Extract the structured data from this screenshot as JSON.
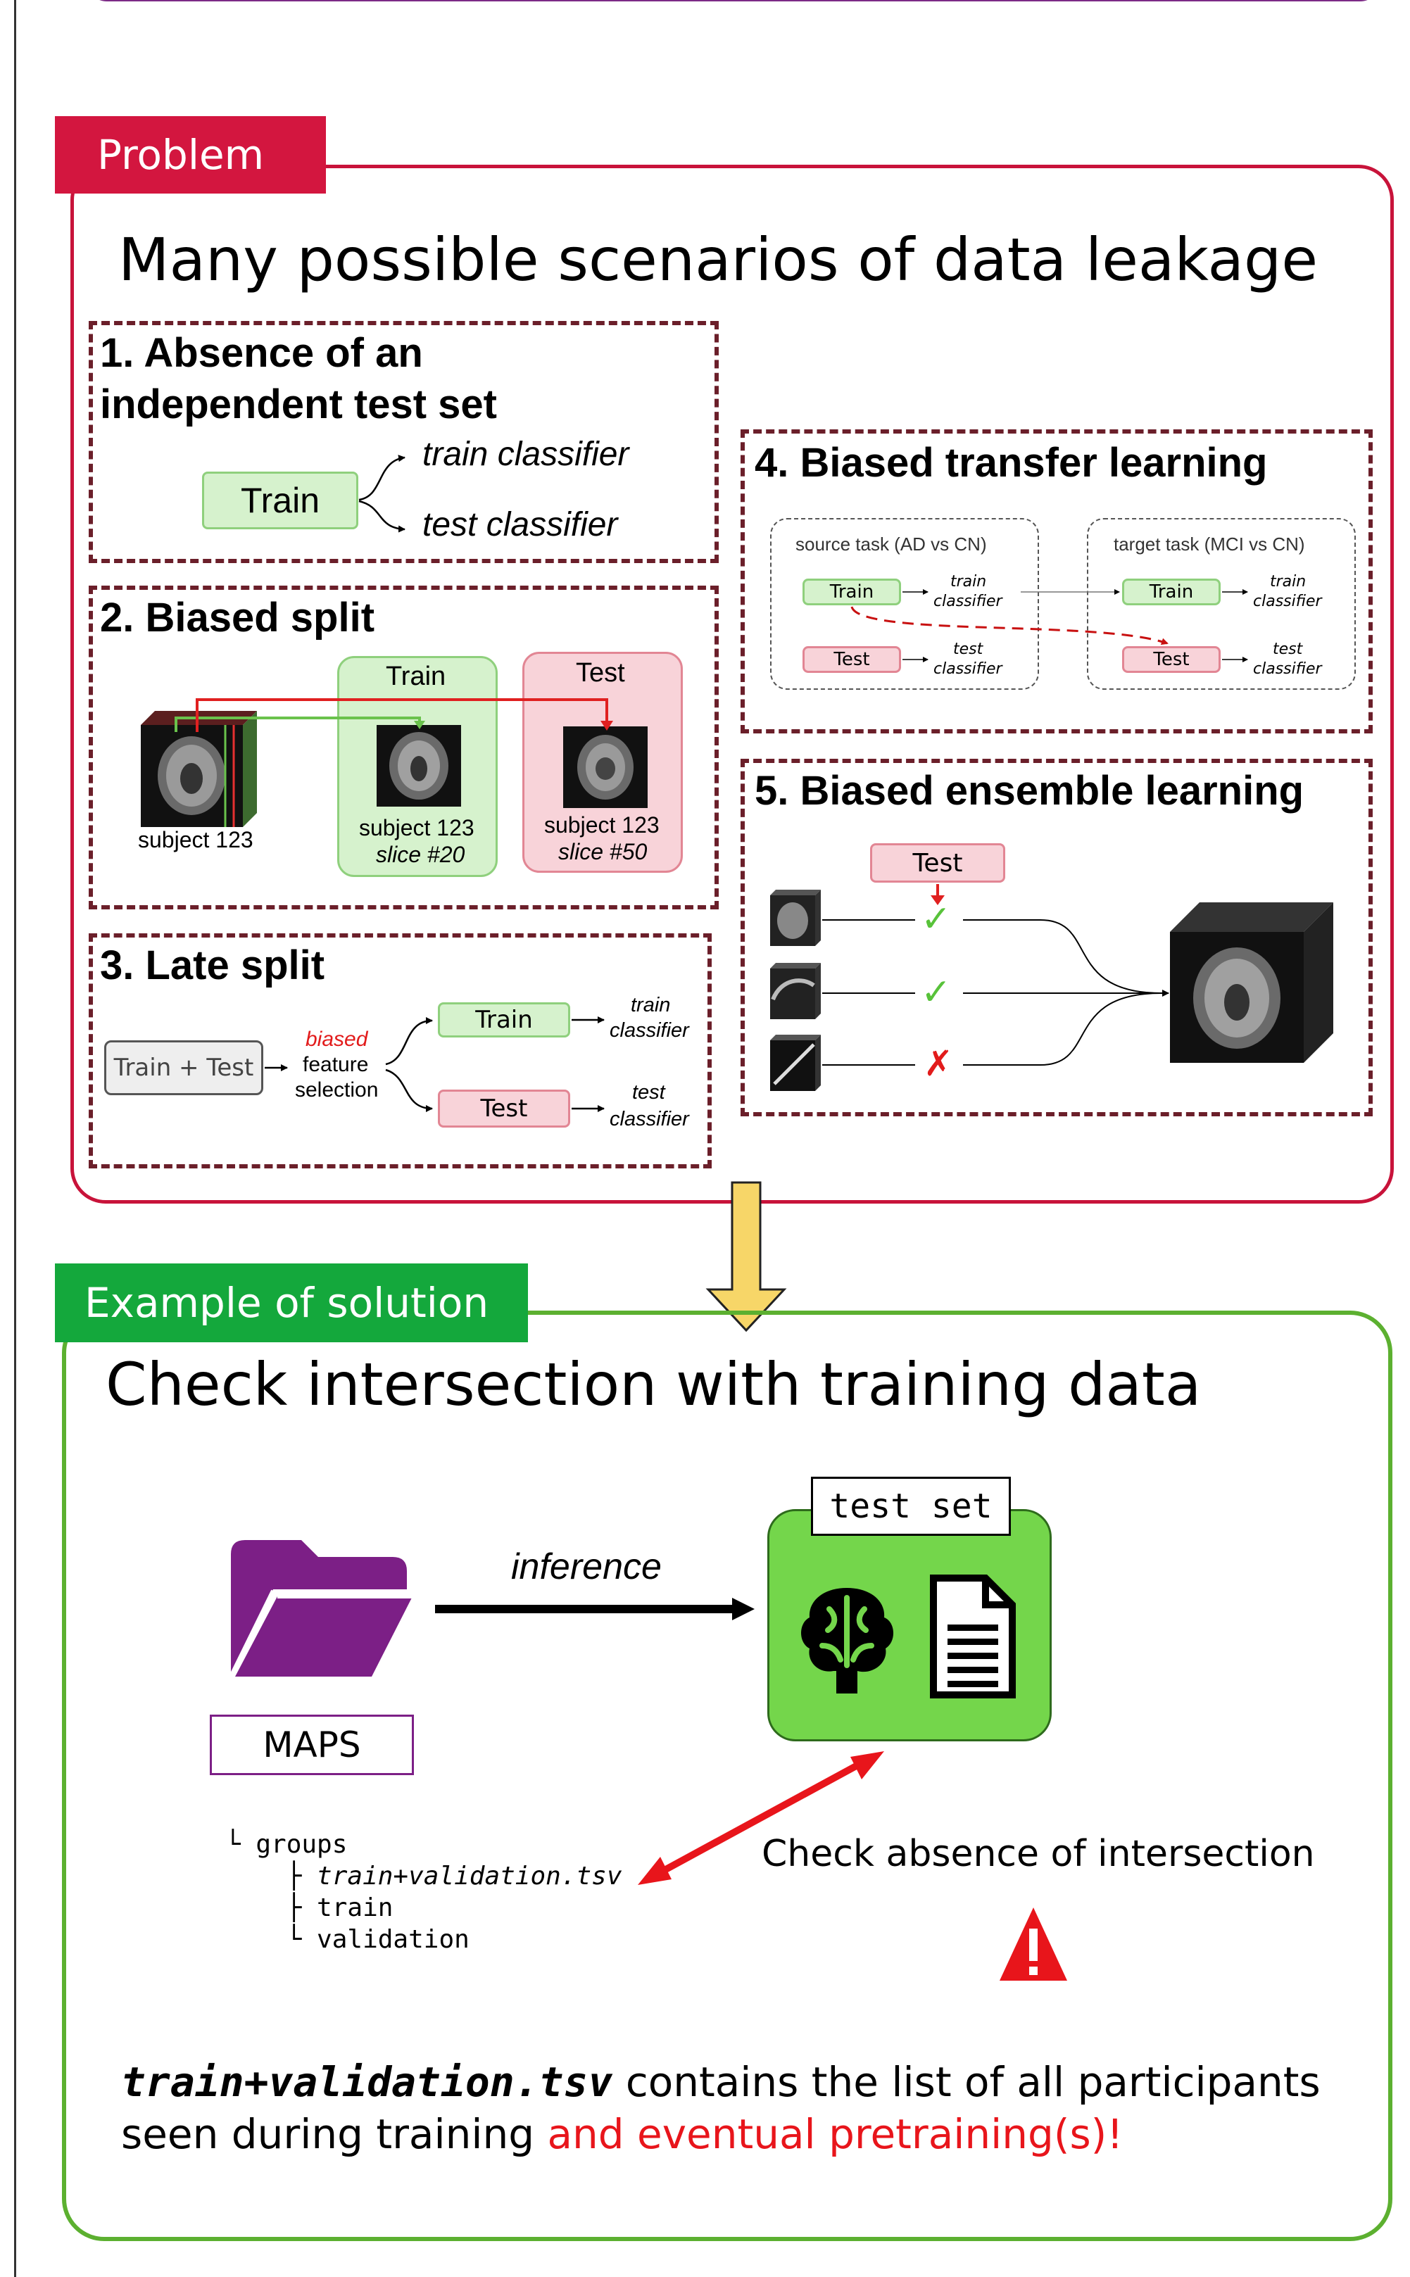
{
  "problem": {
    "tag": "Problem",
    "title": "Many possible scenarios of data leakage",
    "s1": {
      "title_line1": "1. Absence of an",
      "title_line2": "independent test set",
      "train": "Train",
      "out_train": "train classifier",
      "out_test": "test classifier"
    },
    "s2": {
      "title": "2. Biased split",
      "subject": "subject 123",
      "train_header": "Train",
      "test_header": "Test",
      "train_subject": "subject 123",
      "train_slice": "slice #20",
      "test_subject": "subject 123",
      "test_slice": "slice #50"
    },
    "s3": {
      "title": "3. Late split",
      "train_test": "Train + Test",
      "biased": "biased",
      "feature": "feature",
      "selection": "selection",
      "train": "Train",
      "test": "Test",
      "train_out_1": "train",
      "train_out_2": "classifier",
      "test_out_1": "test",
      "test_out_2": "classifier"
    },
    "s4": {
      "title": "4. Biased transfer learning",
      "source_label": "source task (AD vs CN)",
      "target_label": "target task (MCI vs CN)",
      "train": "Train",
      "test": "Test",
      "train_c1": "train",
      "train_c2": "classifier",
      "test_c1": "test",
      "test_c2": "classifier"
    },
    "s5": {
      "title": "5. Biased ensemble learning",
      "test": "Test",
      "check": "✓",
      "cross": "✗"
    }
  },
  "solution": {
    "tag": "Example of solution",
    "title": "Check intersection with training data",
    "inference": "inference",
    "test_set": "test set",
    "maps": "MAPS",
    "tree_root": "groups",
    "tree_item1": "train+validation.tsv",
    "tree_item2": "train",
    "tree_item3": "validation",
    "check_text": "Check absence of intersection",
    "footer_mono": "train+validation.tsv",
    "footer_text1": " contains the list of all participants",
    "footer_text2": "seen during training ",
    "footer_red": "and eventual pretraining(s)!"
  },
  "colors": {
    "problem_accent": "#d3163f",
    "solution_accent": "#14a83c",
    "solution_border": "#5cb030",
    "dashed_border": "#6b1f2a",
    "maps_purple": "#7c1f86",
    "testset_green": "#74d64b",
    "arrow_yellow": "#f7d668",
    "warning_red": "#e8151b"
  }
}
